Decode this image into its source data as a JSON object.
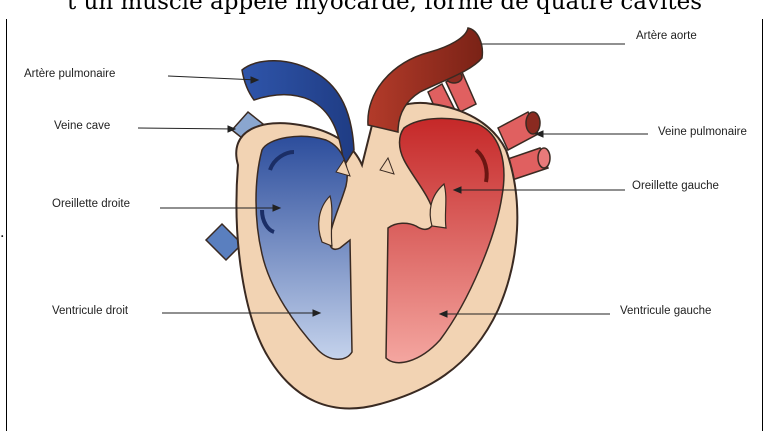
{
  "caption_fragment": "t un muscle appelé myocarde, formé de quatre cavités",
  "labels": {
    "artere_aorte": "Artère aorte",
    "artere_pulmonaire": "Artère pulmonaire",
    "veine_cave": "Veine cave",
    "veine_pulmonaire": "Veine pulmonaire",
    "oreillette_droite": "Oreillette droite",
    "oreillette_gauche": "Oreillette gauche",
    "ventricule_droit": "Ventricule droit",
    "ventricule_gauche": "Ventricule gauche"
  },
  "colors": {
    "deoxygenated": "#2c4d9c",
    "oxygenated": "#d93a3a",
    "aorta": "#8b2a1c",
    "muscle": "#f2d3b3",
    "outline": "#3a2a22"
  }
}
